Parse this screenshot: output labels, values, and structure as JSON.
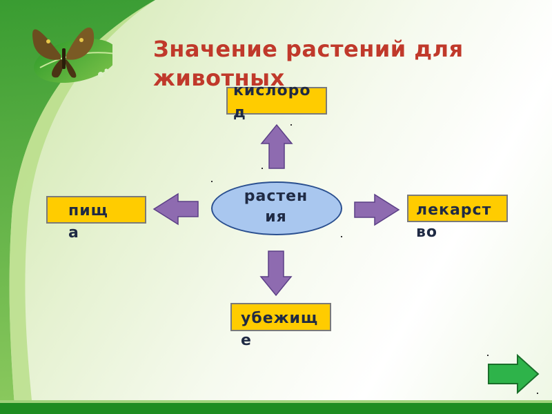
{
  "slide": {
    "title": "Значение растений для животных",
    "center": "растен\nия",
    "nodes": {
      "top": "кислоро\nд",
      "left": "пищ\nа",
      "right": "лекарст\nво",
      "bottom": "убежищ\nе"
    }
  },
  "colors": {
    "title": "#c0392b",
    "box_fill": "#ffcc00",
    "arrow_fill": "#8e6bb0",
    "ellipse_fill": "#a9c7ef",
    "next_arrow": "#2eb34a"
  },
  "icons": {
    "butterfly": "butterfly-on-leaf-icon",
    "next": "next-arrow-icon"
  }
}
